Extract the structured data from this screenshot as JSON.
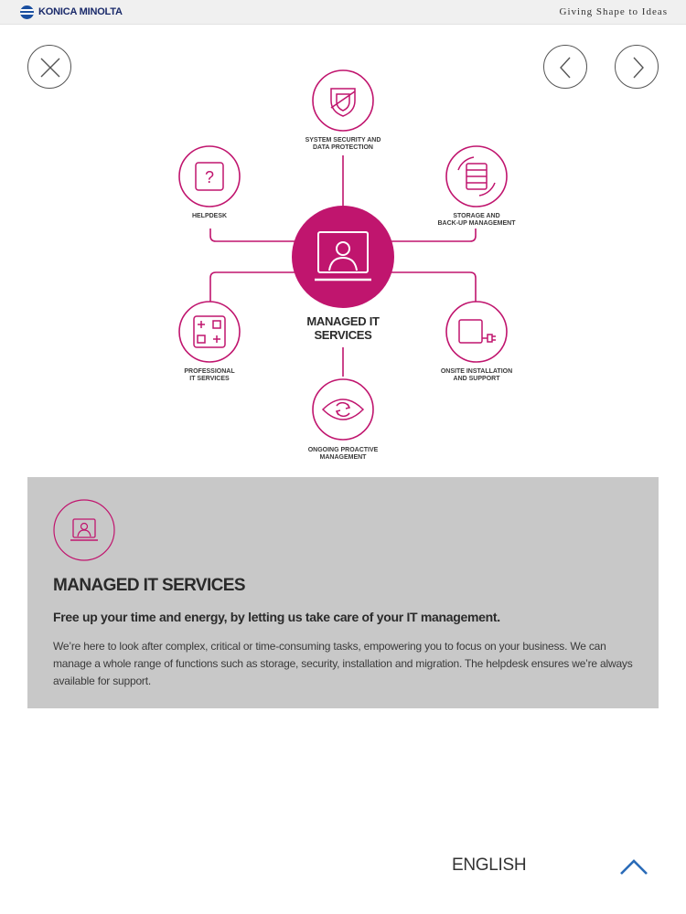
{
  "header": {
    "brand_name": "KONICA MINOLTA",
    "tagline": "Giving Shape to Ideas"
  },
  "nav": {
    "close_icon": "close-x-icon",
    "prev_icon": "chevron-left-icon",
    "next_icon": "chevron-right-icon"
  },
  "diagram": {
    "accent_color": "#c0156e",
    "center": {
      "label": "MANAGED IT\nSERVICES",
      "icon": "monitor-user-icon"
    },
    "nodes": [
      {
        "id": "security",
        "label": "SYSTEM SECURITY AND\nDATA PROTECTION",
        "icon": "shield-icon"
      },
      {
        "id": "helpdesk",
        "label": "HELPDESK",
        "icon": "question-icon"
      },
      {
        "id": "storage",
        "label": "STORAGE AND\nBACK-UP MANAGEMENT",
        "icon": "storage-backup-icon"
      },
      {
        "id": "professional",
        "label": "PROFESSIONAL\nIT SERVICES",
        "icon": "calculator-icon"
      },
      {
        "id": "onsite",
        "label": "ONSITE INSTALLATION\nAND SUPPORT",
        "icon": "plug-icon"
      },
      {
        "id": "proactive",
        "label": "ONGOING PROACTIVE\nMANAGEMENT",
        "icon": "eye-refresh-icon"
      }
    ]
  },
  "panel": {
    "icon": "monitor-user-icon",
    "title": "MANAGED IT SERVICES",
    "subtitle": "Free up your time and energy, by letting us take care of your IT management.",
    "body": "We’re here to look after complex, critical or time-consuming tasks, empowering you to focus on your business. We can manage a whole range of functions such as storage, security, installation and migration. The helpdesk ensures we’re always available for support."
  },
  "footer": {
    "language": "ENGLISH",
    "up_icon": "chevron-up-icon"
  }
}
